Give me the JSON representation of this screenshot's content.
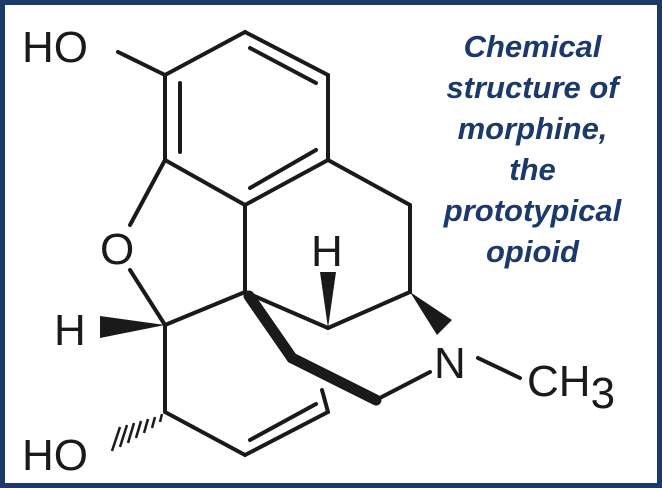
{
  "caption": {
    "lines": [
      "Chemical",
      "structure of",
      "morphine,",
      "the",
      "prototypical",
      "opioid"
    ]
  },
  "atoms": {
    "hydroxyl_top": "HO",
    "oxygen_bridge": "O",
    "hydrogen_left": "H",
    "hydroxyl_bottom": "HO",
    "hydrogen_center": "H",
    "nitrogen": "N",
    "methyl_prefix": "CH",
    "methyl_subscript": "3"
  },
  "colors": {
    "frame_border": "#1b3a6b",
    "caption_text": "#1b3a6b",
    "bond_line": "#1a1a1a",
    "background": "#ffffff"
  }
}
